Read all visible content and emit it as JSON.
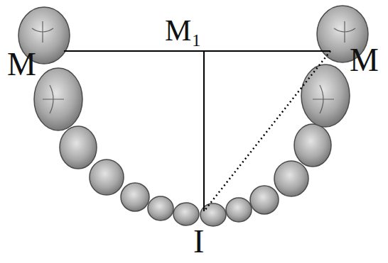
{
  "diagram": {
    "labels": [
      "M",
      "M₁",
      "M",
      "I"
    ]
  }
}
